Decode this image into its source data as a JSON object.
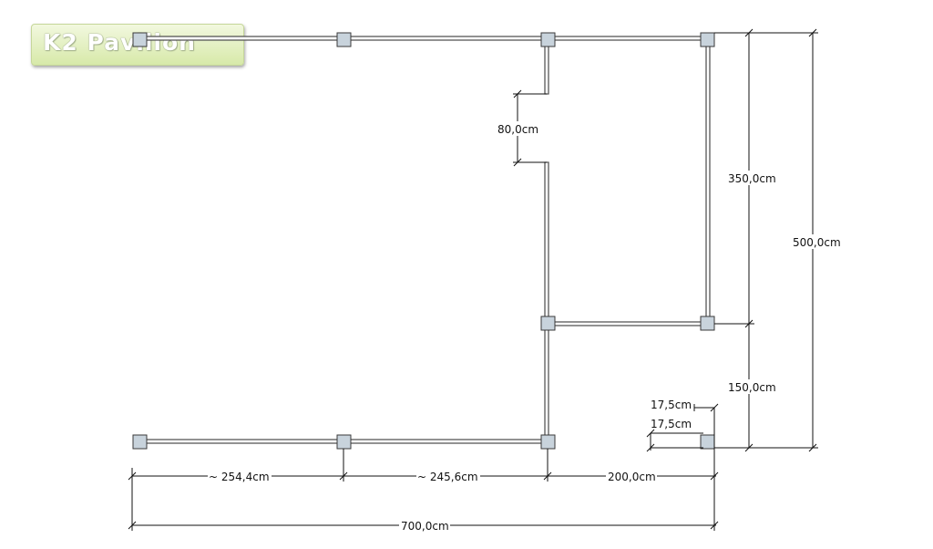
{
  "logo": {
    "text": "K2 Pavilion"
  },
  "dimensions": {
    "opening": "80,0cm",
    "room_height": "350,0cm",
    "total_height": "500,0cm",
    "lower_height": "150,0cm",
    "post_a": "17,5cm",
    "post_b": "17,5cm",
    "seg_1": "~ 254,4cm",
    "seg_2": "~ 245,6cm",
    "seg_3": "200,0cm",
    "total_width": "700,0cm"
  },
  "colors": {
    "post_fill": "#c8d3dc",
    "post_stroke": "#3a3a3a",
    "wall": "#4a4a4a",
    "dimension_line": "#111111"
  }
}
